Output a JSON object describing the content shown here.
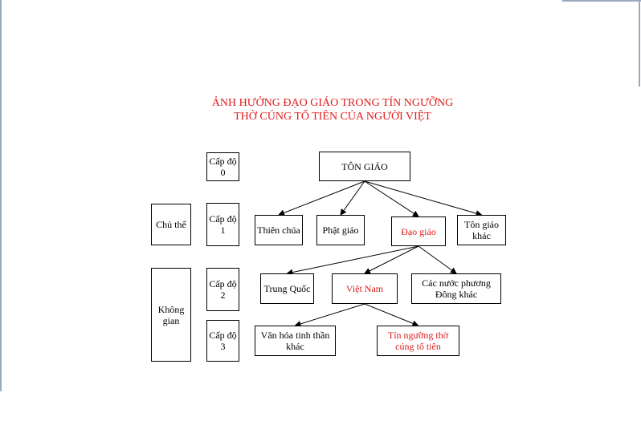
{
  "diagram": {
    "title_line1": "ẢNH HƯỞNG ĐẠO GIÁO TRONG TÍN NGƯỠNG",
    "title_line2": "THỜ CÚNG TỔ TIÊN CỦA NGƯỜI VIỆT",
    "colors": {
      "highlight": "#e01b1b",
      "line": "#000000",
      "frame": "#9aa9bf"
    },
    "side_labels": {
      "subject": "Chủ thể",
      "space": "Không gian",
      "level0": "Cấp độ 0",
      "level1": "Cấp độ 1",
      "level2": "Cấp độ 2",
      "level3": "Cấp độ 3"
    },
    "nodes": {
      "religion": "TÔN GIÁO",
      "catholic": "Thiên chúa",
      "buddhism": "Phật giáo",
      "taoism": "Đạo giáo",
      "other_religion": "Tôn giáo khác",
      "china": "Trung Quốc",
      "vietnam": "Việt Nam",
      "other_east": "Các nước phương Đông khác",
      "other_culture": "Văn hóa tinh thần khác",
      "ancestor_worship": "Tín ngưỡng thờ cúng tổ tiên"
    },
    "edges": [
      [
        "religion",
        "catholic"
      ],
      [
        "religion",
        "buddhism"
      ],
      [
        "religion",
        "taoism"
      ],
      [
        "religion",
        "other_religion"
      ],
      [
        "taoism",
        "china"
      ],
      [
        "taoism",
        "vietnam"
      ],
      [
        "taoism",
        "other_east"
      ],
      [
        "vietnam",
        "other_culture"
      ],
      [
        "vietnam",
        "ancestor_worship"
      ]
    ]
  }
}
